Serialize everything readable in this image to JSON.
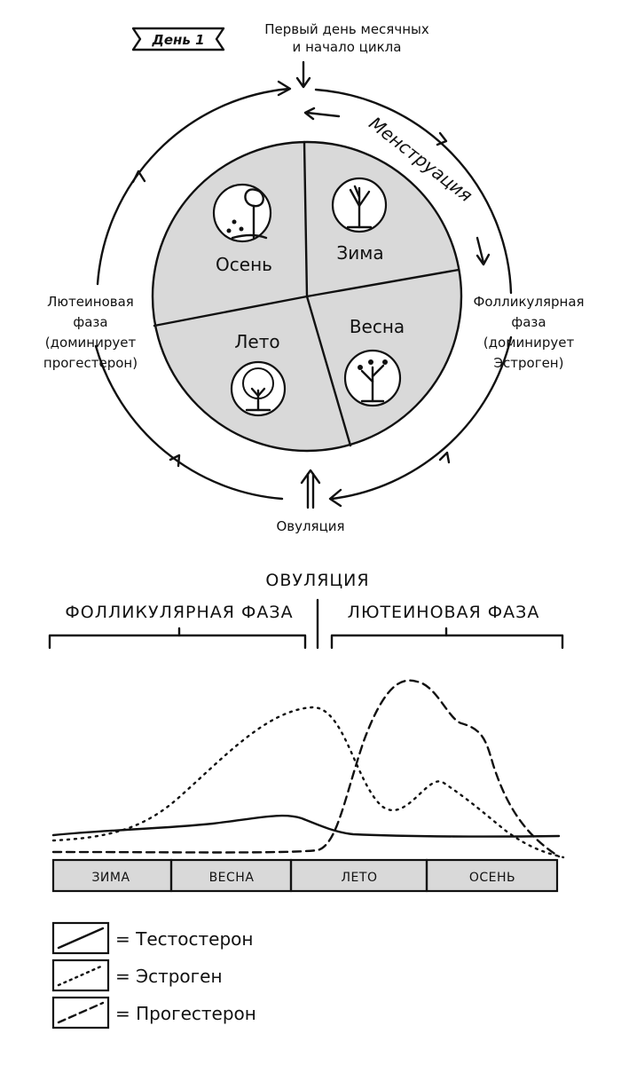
{
  "badge": "День 1",
  "top_note": [
    "Первый день месячных",
    "и начало цикла"
  ],
  "menstruation": "Менструация",
  "follicular_note": [
    "Фолликулярная",
    "фаза",
    "(доминирует",
    "Эстроген)"
  ],
  "luteal_note": [
    "Лютеиновая",
    "фаза",
    "(доминирует",
    "прогестерон)"
  ],
  "ovulation_note": "Овуляция",
  "seasons": {
    "autumn": "Осень",
    "winter": "Зима",
    "summer": "Лето",
    "spring": "Весна"
  },
  "chart": {
    "ovulation_label": "ОВУЛЯЦИЯ",
    "follicular_label": "ФОЛЛИКУЛЯРНАЯ ФАЗА",
    "luteal_label": "ЛЮТЕИНОВАЯ ФАЗА",
    "bands": [
      "ЗИМА",
      "ВЕСНА",
      "ЛЕТО",
      "ОСЕНЬ"
    ]
  },
  "legend": [
    {
      "style": "solid",
      "label": "= Тестостерон"
    },
    {
      "style": "dotted",
      "label": "= Эстроген"
    },
    {
      "style": "dashed",
      "label": "= Прогестерон"
    }
  ],
  "colors": {
    "ink": "#111111",
    "fill": "#d9d9d9"
  }
}
